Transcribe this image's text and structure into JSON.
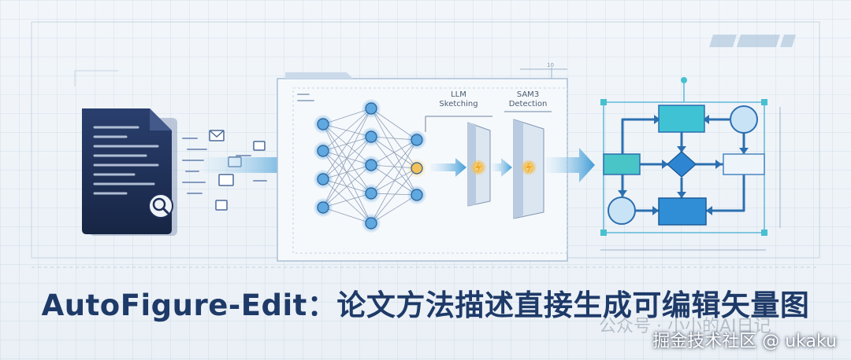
{
  "title": "AutoFigure-Edit：论文方法描述直接生成可编辑矢量图",
  "labels": {
    "llm_sketching_line1": "LLM",
    "llm_sketching_line2": "Sketching",
    "sam3_detection_line1": "SAM3",
    "sam3_detection_line2": "Detection",
    "dimension_mark": "10"
  },
  "watermark": "公众号 · 小小的AI日记",
  "credit": "掘金技术社区 @ ukaku",
  "colors": {
    "title": "#1e3a68",
    "document": "#1f2f57",
    "arrow": "#4aa3d8",
    "node": "#5fa8e0",
    "highlight_node": "#f2c15a",
    "flow_box_dark": "#2f8ed6",
    "flow_box_teal": "#48c1c8"
  },
  "icons": [
    "document-icon",
    "magnifier-icon",
    "mail-icon",
    "lightning-icon",
    "diamond-icon"
  ]
}
